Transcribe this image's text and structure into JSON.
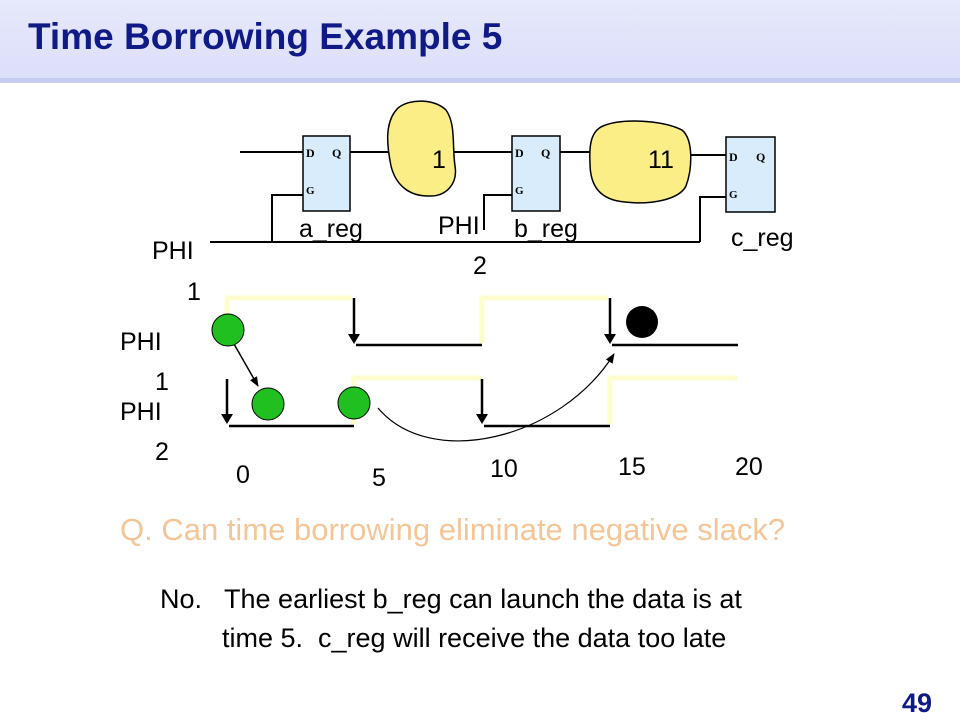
{
  "header": {
    "title": "Time Borrowing Example 5"
  },
  "registers": {
    "pin_d": "D",
    "pin_q": "Q",
    "pin_g": "G",
    "a_label": "a_reg",
    "b_label": "b_reg",
    "c_label": "c_reg"
  },
  "logic": {
    "delay1": "1",
    "delay2": "11"
  },
  "clock_labels": {
    "phi1_top": "PHI",
    "phi1_top_num": "1",
    "phi2_mid": "PHI",
    "phi2_mid_num": "2",
    "phi1_wave": "PHI",
    "phi1_wave_num": "1",
    "phi2_wave": "PHI",
    "phi2_wave_num": "2"
  },
  "time_axis": [
    "0",
    "5",
    "10",
    "15",
    "20"
  ],
  "question": "Q. Can time borrowing eliminate negative slack?",
  "answer_line1": "No.   The earliest b_reg can launch the data is at",
  "answer_line2": "time 5.  c_reg will receive the data too late",
  "page_number": "49",
  "colors": {
    "title": "#101a86",
    "register_fill": "#d8ecfb",
    "logic_fill": "#fbee86",
    "event_green": "#1fc01f",
    "question": "#f4c596",
    "wave_highlight": "#fdfccc"
  }
}
